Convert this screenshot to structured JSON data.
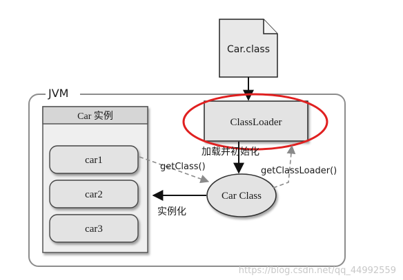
{
  "diagram": {
    "file_label": "Car.class",
    "jvm_label": "JVM",
    "instances_title": "Car 实例",
    "instances": [
      "car1",
      "car2",
      "car3"
    ],
    "classloader_label": "ClassLoader",
    "load_init_label": "加载并初始化",
    "get_class_label": "getClass()",
    "get_classloader_label": "getClassLoader()",
    "car_class_label": "Car Class",
    "instantiate_label": "实例化",
    "highlight_color": "#e02020",
    "box_fill": "#e3e3e3",
    "frame_color": "#8c8c8c"
  },
  "watermark": "https://blog.csdn.net/qq_44992559"
}
